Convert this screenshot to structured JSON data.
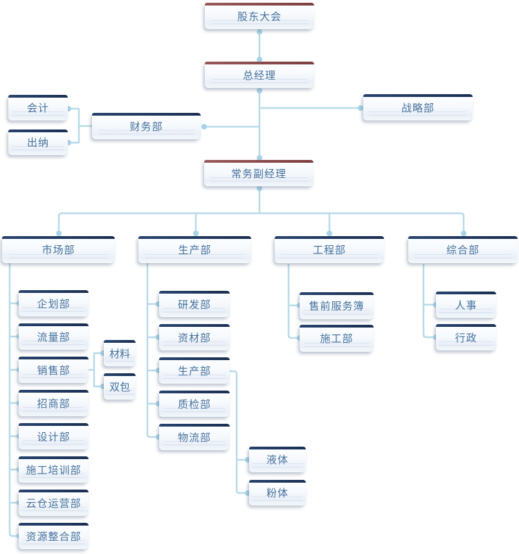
{
  "diagram": {
    "type": "org-chart",
    "root_label": "股东大会",
    "colors": {
      "accent_red": "#8e4c4e",
      "accent_navy": "#1f3659",
      "connector_line": "#b7dbe9",
      "connector_dot": "#a6d4e6",
      "node_text": "#44719c",
      "node_fill_top": "#fdfeff",
      "node_fill_bottom": "#eaf0f8"
    }
  },
  "nodes": {
    "shareholders": {
      "label": "股东大会"
    },
    "general_manager": {
      "label": "总经理"
    },
    "finance": {
      "label": "财务部"
    },
    "accounting": {
      "label": "会计"
    },
    "cashier": {
      "label": "出纳"
    },
    "strategy": {
      "label": "战略部"
    },
    "deputy_gm": {
      "label": "常务副经理"
    },
    "marketing": {
      "label": "市场部"
    },
    "production": {
      "label": "生产部"
    },
    "engineering": {
      "label": "工程部"
    },
    "general_affairs": {
      "label": "综合部"
    },
    "planning": {
      "label": "企划部"
    },
    "traffic": {
      "label": "流量部"
    },
    "sales": {
      "label": "销售部"
    },
    "investment": {
      "label": "招商部"
    },
    "design": {
      "label": "设计部"
    },
    "construction_training": {
      "label": "施工培训部"
    },
    "cloud_warehouse": {
      "label": "云仓运营部"
    },
    "resource_integration": {
      "label": "资源整合部"
    },
    "materials": {
      "label": "材料"
    },
    "double_contract": {
      "label": "双包"
    },
    "rnd": {
      "label": "研发部"
    },
    "materials_supply": {
      "label": "资材部"
    },
    "production_sub": {
      "label": "生产部"
    },
    "quality": {
      "label": "质检部"
    },
    "logistics": {
      "label": "物流部"
    },
    "liquid": {
      "label": "液体"
    },
    "powder": {
      "label": "粉体"
    },
    "presales_service": {
      "label": "售前服务簿"
    },
    "construction": {
      "label": "施工部"
    },
    "hr": {
      "label": "人事"
    },
    "admin": {
      "label": "行政"
    }
  },
  "edges": [
    [
      "shareholders",
      "general_manager"
    ],
    [
      "general_manager",
      "finance"
    ],
    [
      "general_manager",
      "strategy"
    ],
    [
      "general_manager",
      "deputy_gm"
    ],
    [
      "finance",
      "accounting"
    ],
    [
      "finance",
      "cashier"
    ],
    [
      "deputy_gm",
      "marketing"
    ],
    [
      "deputy_gm",
      "production"
    ],
    [
      "deputy_gm",
      "engineering"
    ],
    [
      "deputy_gm",
      "general_affairs"
    ],
    [
      "marketing",
      "planning"
    ],
    [
      "marketing",
      "traffic"
    ],
    [
      "marketing",
      "sales"
    ],
    [
      "marketing",
      "investment"
    ],
    [
      "marketing",
      "design"
    ],
    [
      "marketing",
      "construction_training"
    ],
    [
      "marketing",
      "cloud_warehouse"
    ],
    [
      "marketing",
      "resource_integration"
    ],
    [
      "sales",
      "materials"
    ],
    [
      "sales",
      "double_contract"
    ],
    [
      "production",
      "rnd"
    ],
    [
      "production",
      "materials_supply"
    ],
    [
      "production",
      "production_sub"
    ],
    [
      "production",
      "quality"
    ],
    [
      "production",
      "logistics"
    ],
    [
      "production_sub",
      "liquid"
    ],
    [
      "production_sub",
      "powder"
    ],
    [
      "engineering",
      "presales_service"
    ],
    [
      "engineering",
      "construction"
    ],
    [
      "general_affairs",
      "hr"
    ],
    [
      "general_affairs",
      "admin"
    ]
  ]
}
